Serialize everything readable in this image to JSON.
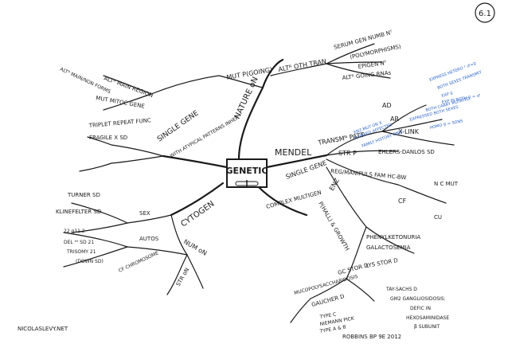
{
  "page_number": "6.1",
  "center": {
    "title": "GENETIC"
  },
  "branches": {
    "nature": {
      "label": "NATURE oN",
      "sub": {
        "mut": "MUT P(GOING)",
        "alt": "ALTᴿ OTH TRAN",
        "serum": "SERUM GEN NUMB Nᵀ",
        "polymorph": "(POLYMORPHISMS)",
        "epigen": "EPIGEN Nᵀ",
        "alt_rna": "ALTᴿ GOING RNAs",
        "alt_main": "ALTᴿ MAIN REGION",
        "alt_main2": "ALTᴿ MAIN/NON FORMS",
        "mut_mito": "MUT MITOC GENE",
        "triplet": "TRIPLET REPEAT FUNC",
        "fragile": "FRAGILE X SD"
      }
    },
    "mendel": {
      "label": "MENDEL",
      "single": "SINGLE GENE",
      "transm": "TRANSMᴺ PATT",
      "ad": "AD",
      "ar": "AR",
      "xlink": "X-LINK",
      "str": "STR P",
      "ehlers": "EHLERS-DANLOS SD",
      "reg": "REG/MANIPULS FAM HC-BW",
      "nc": "N C MUT",
      "enz": "ENZ",
      "growth": "P(HALL) & GROWTH",
      "cf": "CF",
      "cu": "CU",
      "complex": "COMPLEX MULTIGEN",
      "blue_notes": [
        "EXPRESS HETERO ² ♂=♀",
        "BOTH SEXES TRANSMIT",
        "EXP ♀",
        "EXP IN BOTH ♀ = ♂",
        "BOTH CARRY MUTATED",
        "EXPRESSED BOTH SEXES",
        "HOMO ♀ = SONS",
        "X-LINKED AFFECTED",
        "FAMILY HISTORY ONLY",
        "ENZ MUT ON X"
      ],
      "phenyl": "PHENYLKETONURIA",
      "galact": "GALACTOSEMIA",
      "gc": "GC STOR D",
      "lys": "LYS STOR D",
      "mucopoly": "MUCOPOLYSACCHARIDOSIS",
      "gaucher": "GAUCHER D",
      "tay": "TAY-SACHS D",
      "gm2": "GM2 GANGLIOSIDOSIS:",
      "deficiency": "DEFIC IN",
      "hexo": "HEXOSAMINIDASE",
      "beta": "β SUBUNIT",
      "type_c": "TYPE C",
      "niemann": "NIEMANN PICK",
      "type_ab": "TYPE A & B"
    },
    "cytogen": {
      "label": "CYTOGEN",
      "sex": "SEX",
      "turner": "TURNER SD",
      "klinefelter": "KLINEFELTER SD",
      "num": "NUM oN",
      "autos": "AUTOS",
      "del22": "22 q11.2",
      "edwards": "DEL ᵗᴴ SD 21",
      "trisomy": "TRISOMY 21",
      "down": "(DOWN SD)",
      "cf_chrom": "CF CHROMOSOME",
      "str_n": "STR oN"
    },
    "single_mito": {
      "label": "SINGLE GENE",
      "sub": "WITH ATYPICAL PATTERNS INHER"
    }
  },
  "footer": {
    "left": "NICOLASLEVY.NET",
    "right": "ROBBINS BP 9E 2012"
  }
}
